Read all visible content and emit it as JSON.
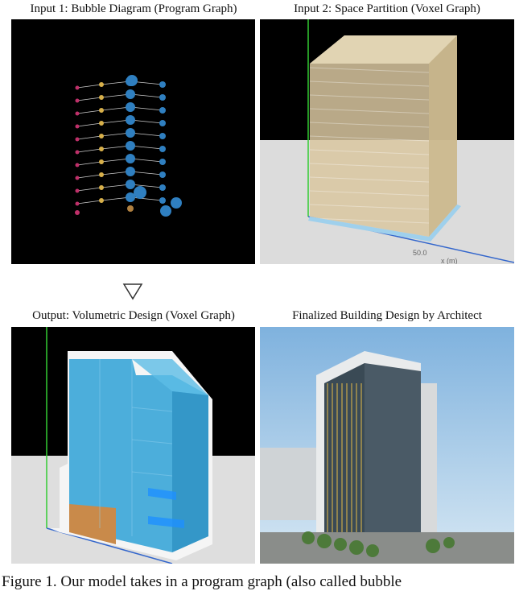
{
  "figure": {
    "panels": [
      {
        "title": "Input 1: Bubble Diagram (Program Graph)"
      },
      {
        "title": "Input 2: Space Partition (Voxel Graph)",
        "axis_tick": "50.0",
        "axis_label": "x (m)"
      },
      {
        "title": "Output: Volumetric Design (Voxel Graph)"
      },
      {
        "title": "Finalized Building Design by Architect"
      }
    ],
    "arrow_icon": "down-triangle-outline",
    "caption": "Figure 1. Our model takes in a program graph (also called bubble",
    "colors": {
      "node_blue": "#2f7fc0",
      "node_yellow": "#d8b04a",
      "node_magenta": "#c0306a",
      "voxel_tan": "#d9c7a0",
      "voxel_blue": "#3aa6d8",
      "voxel_orange": "#c98a4a"
    }
  }
}
